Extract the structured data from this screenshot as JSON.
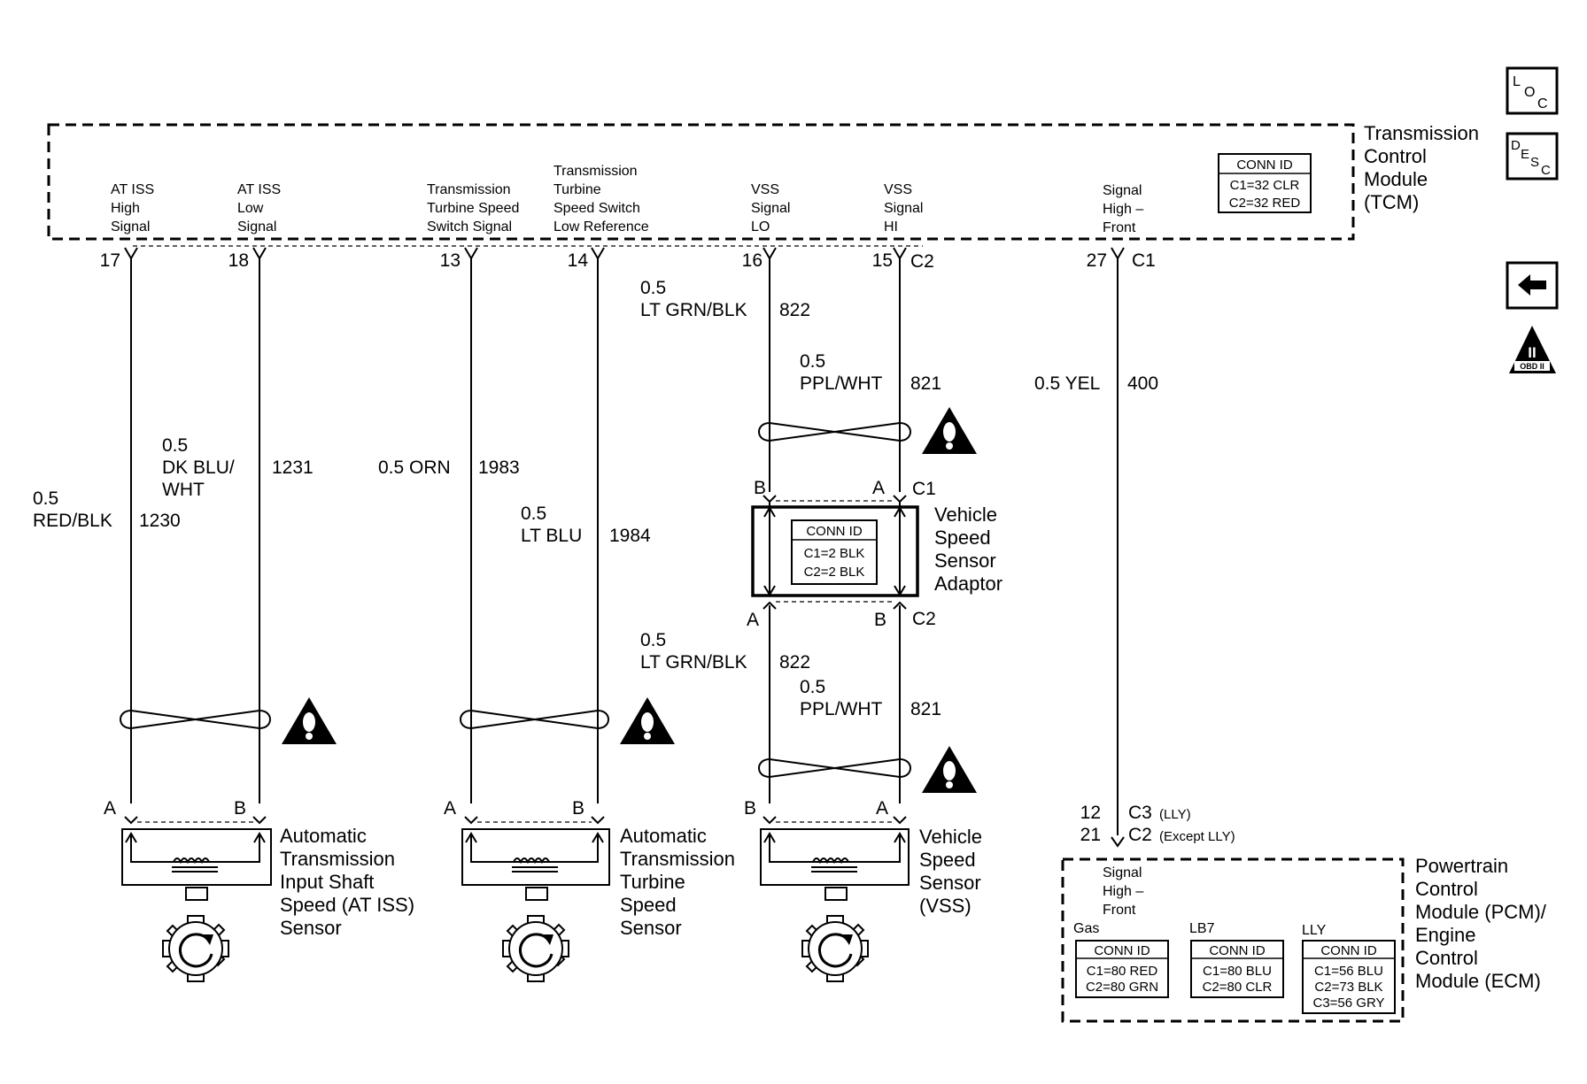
{
  "tcm": {
    "title": [
      "Transmission",
      "Control",
      "Module",
      "(TCM)"
    ],
    "conn_id": {
      "heading": "CONN ID",
      "lines": [
        "C1=32 CLR",
        "C2=32 RED"
      ]
    },
    "signals": [
      {
        "lines": [
          "AT ISS",
          "High",
          "Signal"
        ]
      },
      {
        "lines": [
          "AT ISS",
          "Low",
          "Signal"
        ]
      },
      {
        "lines": [
          "Transmission",
          "Turbine Speed",
          "Switch Signal"
        ]
      },
      {
        "lines": [
          "Transmission",
          "Turbine",
          "Speed Switch",
          "Low Reference"
        ]
      },
      {
        "lines": [
          "VSS",
          "Signal",
          "LO"
        ]
      },
      {
        "lines": [
          "VSS",
          "Signal",
          "HI"
        ]
      },
      {
        "lines": [
          "Signal",
          "High –",
          "Front"
        ]
      }
    ]
  },
  "pins": [
    "17",
    "18",
    "13",
    "14",
    "16",
    "15",
    "27"
  ],
  "connectors": {
    "tcm_c2": "C2",
    "tcm_c1": "C1",
    "vssa_top": "C1",
    "vssa_bottom": "C2"
  },
  "wires": {
    "w1230": {
      "gauge": "0.5",
      "color": "RED/BLK",
      "circuit": "1230"
    },
    "w1231": {
      "gauge": "0.5",
      "color_lines": [
        "DK BLU/",
        "WHT"
      ],
      "circuit": "1231"
    },
    "w1983": {
      "text": "0.5 ORN",
      "circuit": "1983"
    },
    "w1984": {
      "gauge": "0.5",
      "color": "LT BLU",
      "circuit": "1984"
    },
    "w822_top": {
      "gauge": "0.5",
      "color": "LT GRN/BLK",
      "circuit": "822"
    },
    "w821_top": {
      "gauge": "0.5",
      "color": "PPL/WHT",
      "circuit": "821"
    },
    "w400": {
      "text": "0.5 YEL",
      "circuit": "400"
    },
    "w822_bottom": {
      "gauge": "0.5",
      "color": "LT GRN/BLK",
      "circuit": "822"
    },
    "w821_bottom": {
      "gauge": "0.5",
      "color": "PPL/WHT",
      "circuit": "821"
    }
  },
  "vss_adaptor": {
    "title": [
      "Vehicle",
      "Speed",
      "Sensor",
      "Adaptor"
    ],
    "conn_id": {
      "heading": "CONN ID",
      "lines": [
        "C1=2 BLK",
        "C2=2 BLK"
      ]
    },
    "top_terms": [
      "B",
      "A"
    ],
    "bottom_terms": [
      "A",
      "B"
    ]
  },
  "sensors": [
    {
      "title": [
        "Automatic",
        "Transmission",
        "Input Shaft",
        "Speed (AT ISS)",
        "Sensor"
      ],
      "terms": [
        "A",
        "B"
      ]
    },
    {
      "title": [
        "Automatic",
        "Transmission",
        "Turbine",
        "Speed",
        "Sensor"
      ],
      "terms": [
        "A",
        "B"
      ]
    },
    {
      "title": [
        "Vehicle",
        "Speed",
        "Sensor",
        "(VSS)"
      ],
      "terms": [
        "B",
        "A"
      ]
    }
  ],
  "pcm": {
    "title": [
      "Powertrain",
      "Control",
      "Module (PCM)/",
      "Engine",
      "Control",
      "Module (ECM)"
    ],
    "signal": [
      "Signal",
      "High –",
      "Front"
    ],
    "pins": [
      {
        "pin": "12",
        "conn": "C3",
        "note": "(LLY)"
      },
      {
        "pin": "21",
        "conn": "C2",
        "note": "(Except LLY)"
      }
    ],
    "conn_ids": [
      {
        "label": "Gas",
        "heading": "CONN ID",
        "lines": [
          "C1=80 RED",
          "C2=80 GRN"
        ]
      },
      {
        "label": "LB7",
        "heading": "CONN ID",
        "lines": [
          "C1=80 BLU",
          "C2=80 CLR"
        ]
      },
      {
        "label": "LLY",
        "heading": "CONN ID",
        "lines": [
          "C1=56 BLU",
          "C2=73 BLK",
          "C3=56 GRY"
        ]
      }
    ]
  },
  "nav_icons": {
    "loc": [
      "L",
      "O",
      "C"
    ],
    "desc": [
      "D",
      "E",
      "S",
      "C"
    ],
    "obd": [
      "II",
      "OBD II"
    ]
  }
}
